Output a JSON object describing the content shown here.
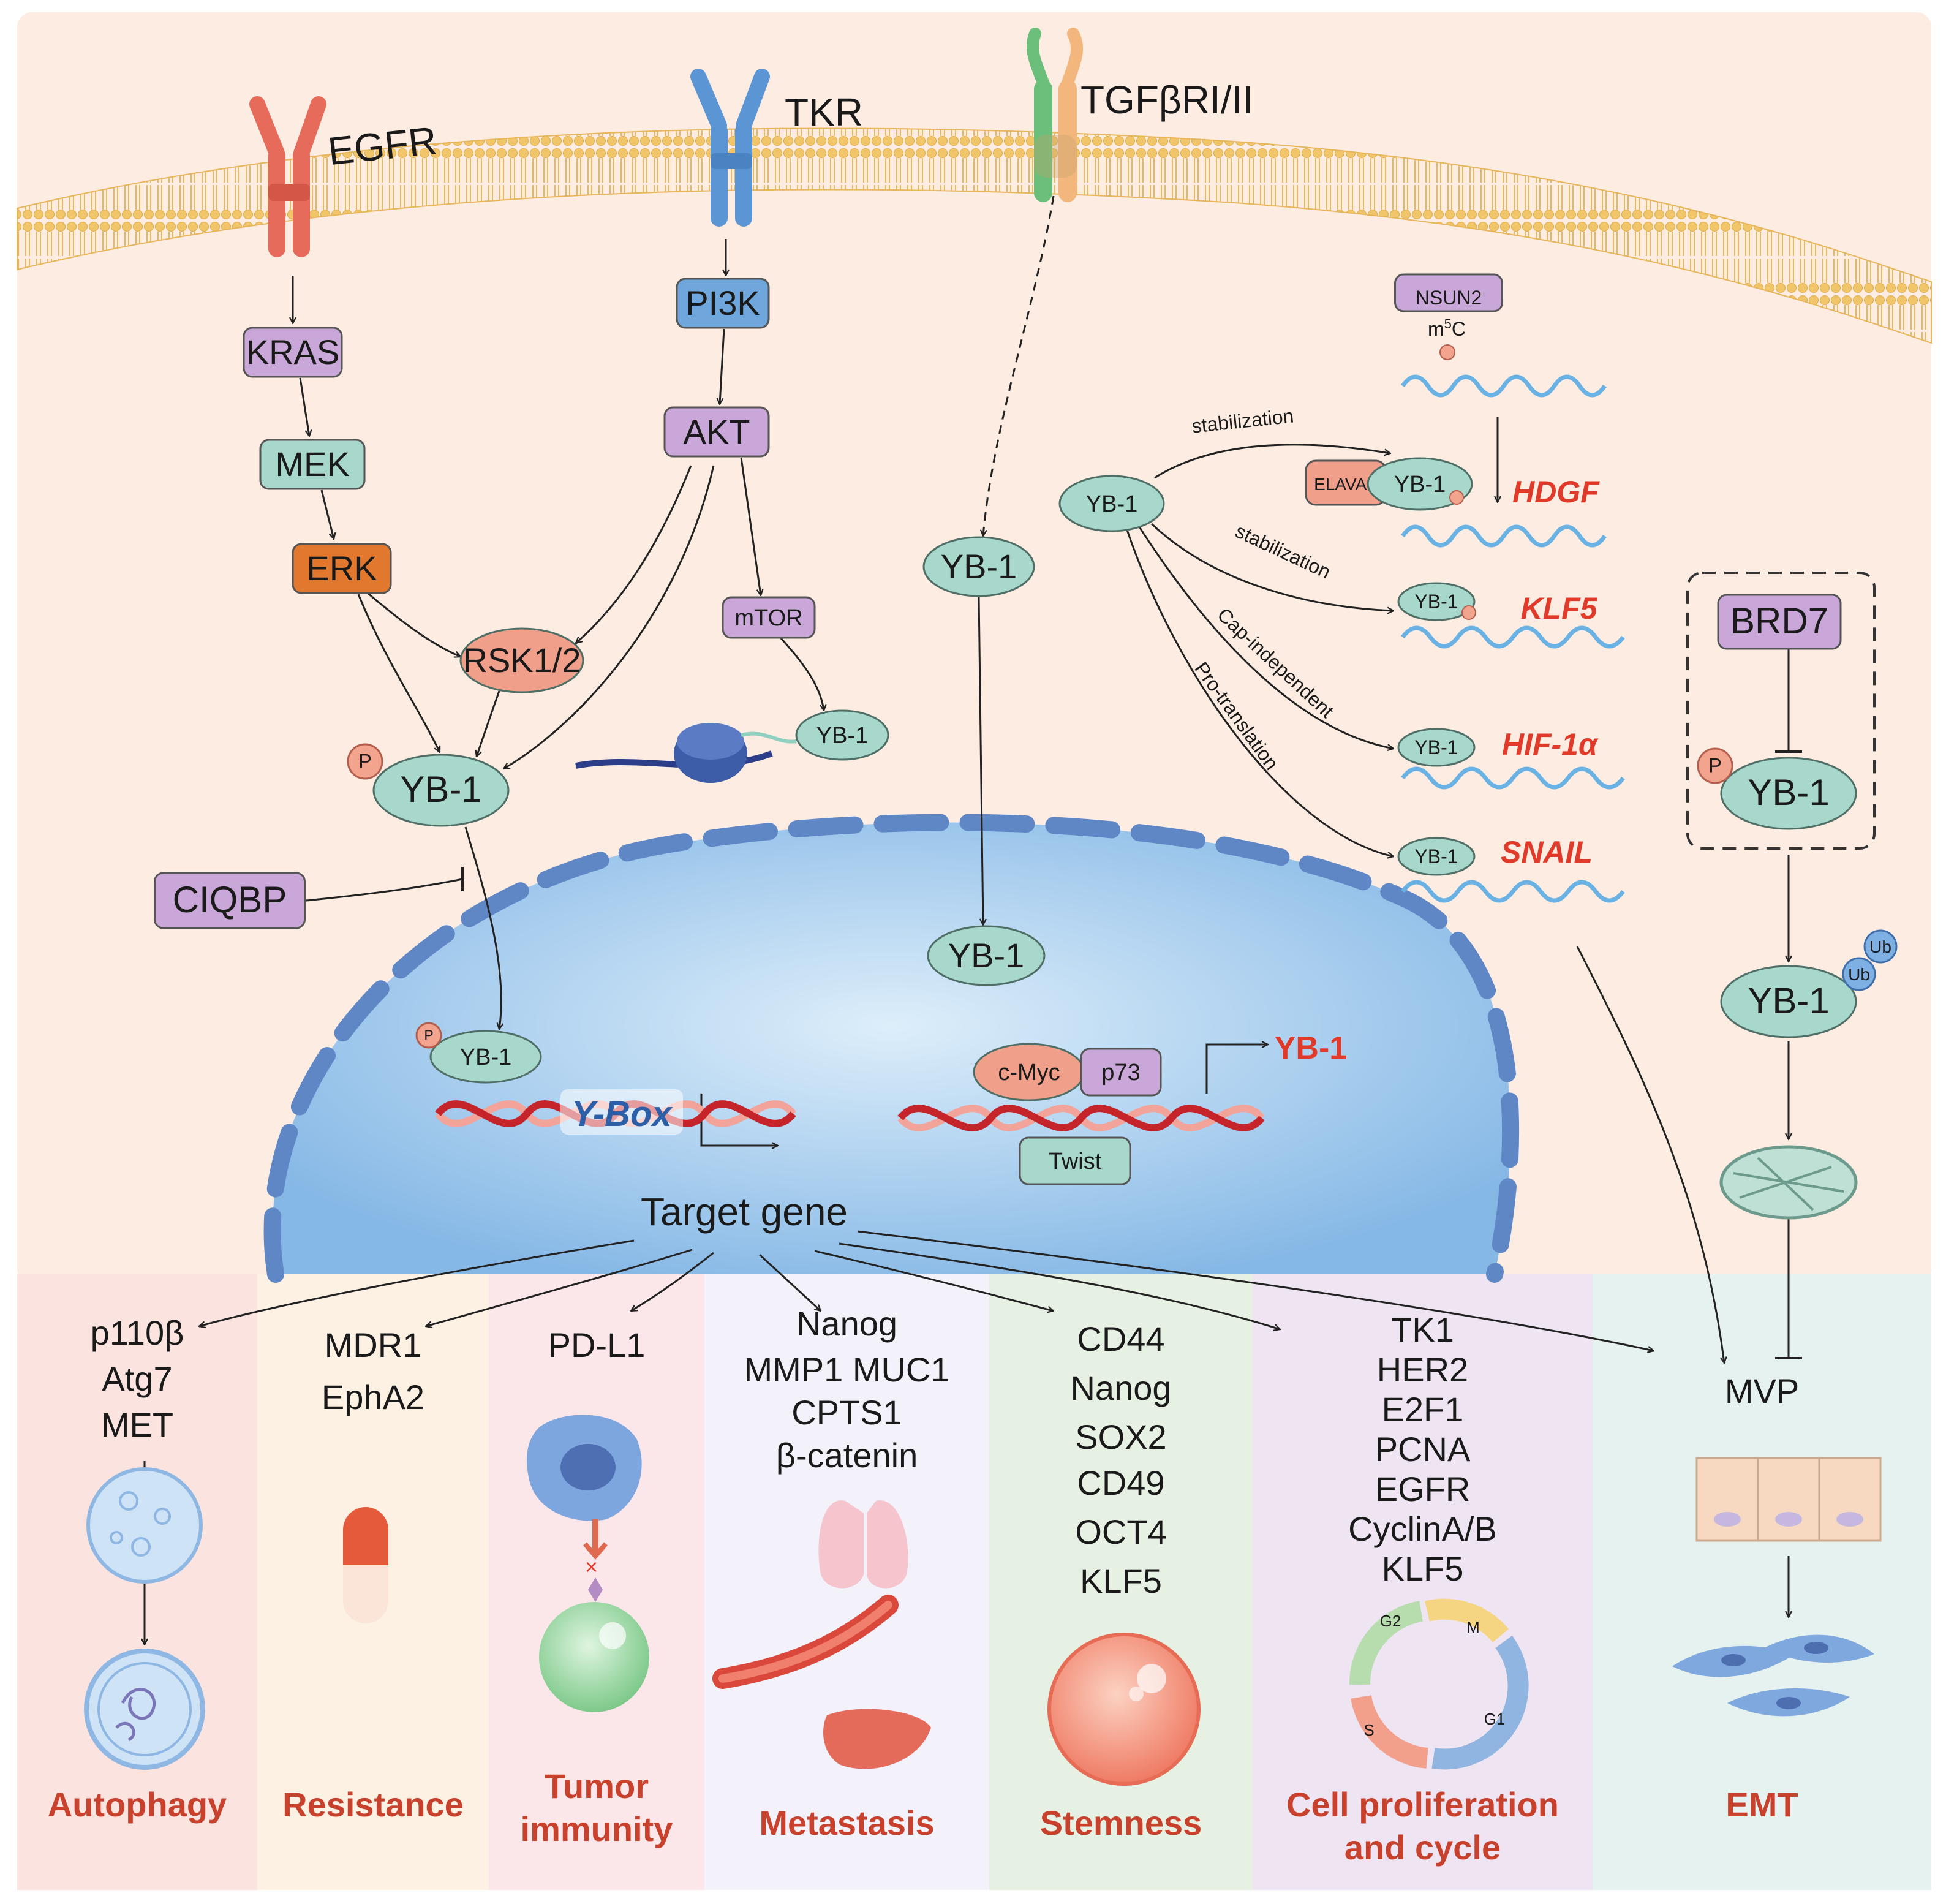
{
  "receptors": {
    "egfr": "EGFR",
    "tkr": "TKR",
    "tgfbr": "TGFβRI/II"
  },
  "nodes": {
    "kras": "KRAS",
    "mek": "MEK",
    "erk": "ERK",
    "pi3k": "PI3K",
    "akt": "AKT",
    "mtor": "mTOR",
    "rsk": "RSK1/2",
    "yb1": "YB-1",
    "p": "P",
    "ciqbp": "CIQBP",
    "nsun2": "NSUN2",
    "m5c_base": "m",
    "m5c_sup": "5",
    "m5c_tail": "C",
    "elava1": "ELAVA1",
    "brd7": "BRD7",
    "ub": "Ub",
    "cmyc": "c-Myc",
    "p73": "p73",
    "twist": "Twist",
    "ybox": "Y-Box",
    "target_gene": "Target gene",
    "yb1_gene": "YB-1"
  },
  "mechanisms": {
    "stabilization": "stabilization",
    "cap_independent": "Cap-independent",
    "pro_translation": "Pro-translation"
  },
  "genes": {
    "hdgf": "HDGF",
    "klf5": "KLF5",
    "hif1a": "HIF-1α",
    "snail": "SNAIL"
  },
  "panels": [
    {
      "genes": [
        "p110β",
        "Atg7",
        "MET"
      ],
      "process": [
        "Autophagy"
      ],
      "color": "#fbe4df"
    },
    {
      "genes": [
        "MDR1",
        "EphA2"
      ],
      "process": [
        "Resistance"
      ],
      "color": "#fdf1e3"
    },
    {
      "genes": [
        "PD-L1"
      ],
      "process": [
        "Tumor",
        "immunity"
      ],
      "color": "#fbe7e9"
    },
    {
      "genes": [
        "Nanog",
        "MMP1 MUC1",
        "CPTS1",
        "β-catenin"
      ],
      "process": [
        "Metastasis"
      ],
      "color": "#f3f1fa"
    },
    {
      "genes": [
        "CD44",
        "Nanog",
        "SOX2",
        "CD49",
        "OCT4",
        "KLF5"
      ],
      "process": [
        "Stemness"
      ],
      "color": "#e6f1e3"
    },
    {
      "genes": [
        "TK1",
        "HER2",
        "E2F1",
        "PCNA",
        "EGFR",
        "CyclinA/B",
        "KLF5"
      ],
      "process": [
        "Cell proliferation",
        "and cycle"
      ],
      "color": "#eee4f2"
    },
    {
      "genes": [
        "MVP"
      ],
      "process": [
        "EMT"
      ],
      "color": "#e6f2ef"
    }
  ],
  "cell_cycle": {
    "g2": "G2",
    "m": "M",
    "g1": "G1",
    "s": "S"
  },
  "colors": {
    "cytoplasm": "#fdece1",
    "membrane": "#f6d58c",
    "nucleus": "#a9cdee",
    "nuclear_envelope": "#5f87c6",
    "yb1_fill": "#a8d8cc",
    "purple_box": "#c9a7d8",
    "teal_box": "#a8d8cc",
    "erk_box": "#e2782d",
    "pi3k_box": "#6fa6dc",
    "rsk_fill": "#f0a08a",
    "red_label": "#e03a2a",
    "process_label": "#c8412c"
  }
}
